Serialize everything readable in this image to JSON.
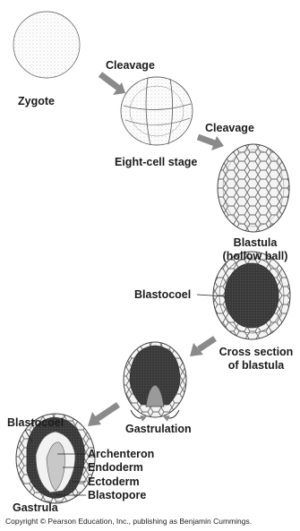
{
  "labels": {
    "cleavage_1": "Cleavage",
    "zygote": "Zygote",
    "cleavage_2": "Cleavage",
    "eight_cell": "Eight-cell stage",
    "blastula_line1": "Blastula",
    "blastula_line2": "(hollow ball)",
    "blastocoel_1": "Blastocoel",
    "cross_line1": "Cross section",
    "cross_line2": "of blastula",
    "gastrulation": "Gastrulation",
    "blastocoel_2": "Blastocoel",
    "archenteron": "Archenteron",
    "endoderm": "Endoderm",
    "ectoderm": "Ectoderm",
    "blastopore": "Blastopore",
    "gastrula": "Gastrula"
  },
  "copyright": "Copyright © Pearson Education, Inc., publishing as Benjamin Cummings.",
  "colors": {
    "outline": "#555555",
    "arrow": "#8a8a8a",
    "cells": "#6a6a6a",
    "interior": "#2e2e2e"
  }
}
